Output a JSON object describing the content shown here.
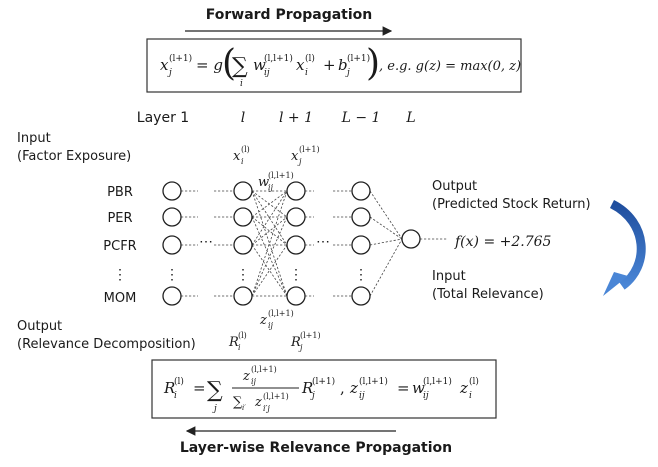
{
  "forward": {
    "title": "Forward Propagation",
    "formula": {
      "lhs": "x",
      "lhs_sub": "j",
      "lhs_sup": "(l+1)",
      "eq": "= g",
      "sum": "∑",
      "sum_sub": "i",
      "w": "w",
      "w_sub": "ij",
      "w_sup": "(l,l+1)",
      "x": "x",
      "x_sub": "i",
      "x_sup": "(l)",
      "plus": "+",
      "b": "b",
      "b_sub": "j",
      "b_sup": "(l+1)",
      "example": ", e.g. g(z) = max(0, z)"
    }
  },
  "layers": {
    "layer1": "Layer 1",
    "l": "l",
    "l_plus_1": "l + 1",
    "L_minus_1": "L − 1",
    "L": "L"
  },
  "input_label": {
    "line1": "Input",
    "line2": "(Factor Exposure)"
  },
  "inputs": [
    "PBR",
    "PER",
    "PCFR",
    "MOM"
  ],
  "vdots": "⋮",
  "hdots": "⋯",
  "node_labels": {
    "x_l": "x",
    "x_l_sub": "i",
    "x_l_sup": "(l)",
    "x_l1": "x",
    "x_l1_sub": "j",
    "x_l1_sup": "(l+1)",
    "w": "w",
    "w_sub": "ij",
    "w_sup": "(l,l+1)",
    "z": "z",
    "z_sub": "ij",
    "z_sup": "(l,l+1)",
    "R_l": "R",
    "R_l_sub": "i",
    "R_l_sup": "(l)",
    "R_l1": "R",
    "R_l1_sub": "j",
    "R_l1_sup": "(l+1)"
  },
  "output_label": {
    "line1": "Output",
    "line2": "(Predicted Stock Return)"
  },
  "fx": "f(x) = +2.765",
  "relevance_input": {
    "line1": "Input",
    "line2": "(Total Relevance)"
  },
  "decomposition": {
    "line1": "Output",
    "line2": "(Relevance Decomposition)"
  },
  "backward": {
    "title": "Layer-wise Relevance Propagation",
    "formula": {
      "R": "R",
      "R_sub": "i",
      "R_sup": "(l)",
      "eq": "=",
      "sum": "∑",
      "sum_sub": "j",
      "num": "z",
      "num_sub": "ij",
      "num_sup": "(l,l+1)",
      "den_sum": "∑",
      "den_sub": "i′",
      "den_z": "z",
      "den_z_sub": "i′j",
      "den_z_sup": "(l,l+1)",
      "Rj": "R",
      "Rj_sub": "j",
      "Rj_sup": "(l+1)",
      "comma": ",",
      "z2": "z",
      "z2_sub": "ij",
      "z2_sup": "(l,l+1)",
      "eq2": "=",
      "w": "w",
      "w_sub": "ij",
      "w_sup": "(l,l+1)",
      "zi": "z",
      "zi_sub": "i",
      "zi_sup": "(l)"
    }
  },
  "colors": {
    "curved_arrow": "#3a6fc4",
    "text": "#1a1a1a"
  }
}
